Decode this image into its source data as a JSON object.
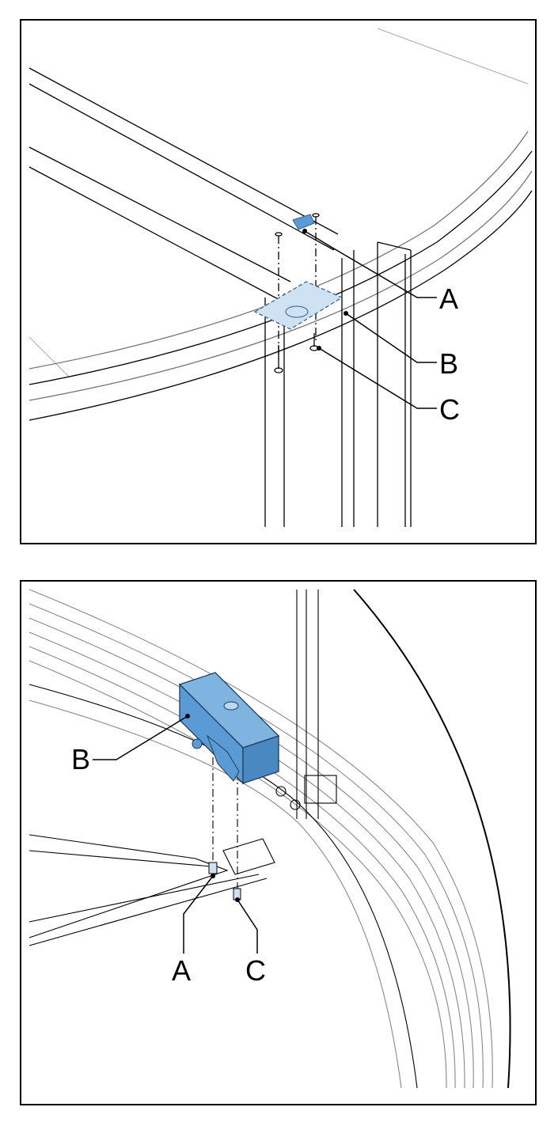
{
  "figure_top": {
    "callouts": {
      "a": "A",
      "b": "B",
      "c": "C"
    }
  },
  "figure_bottom": {
    "callouts": {
      "a": "A",
      "b": "B",
      "c": "C"
    }
  },
  "colors": {
    "line": "#000000",
    "light_line": "#9a9a9a",
    "highlight_fill": "#5b9bd5",
    "highlight_light": "#cfe2f3",
    "highlight_stroke": "#2f5d8a"
  }
}
